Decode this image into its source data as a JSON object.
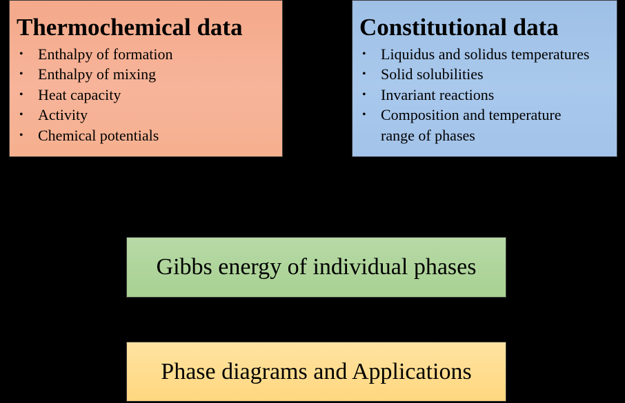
{
  "thermochemical": {
    "title": "Thermochemical data",
    "items": [
      "Enthalpy of formation",
      "Enthalpy of mixing",
      "Heat capacity",
      "Activity",
      "Chemical potentials"
    ]
  },
  "constitutional": {
    "title": "Constitutional data",
    "items": [
      "Liquidus and solidus temperatures",
      "Solid solubilities",
      "Invariant reactions",
      "Composition and temperature range of phases"
    ]
  },
  "gibbs": {
    "label": "Gibbs energy of individual phases"
  },
  "phase": {
    "label": "Phase diagrams and Applications"
  },
  "bullet": "•",
  "colors": {
    "background": "#000000",
    "thermochemical_fill": "#f7b49a",
    "constitutional_fill": "#a9c8ec",
    "gibbs_fill": "#add496",
    "phase_fill": "#ffdc8c"
  }
}
